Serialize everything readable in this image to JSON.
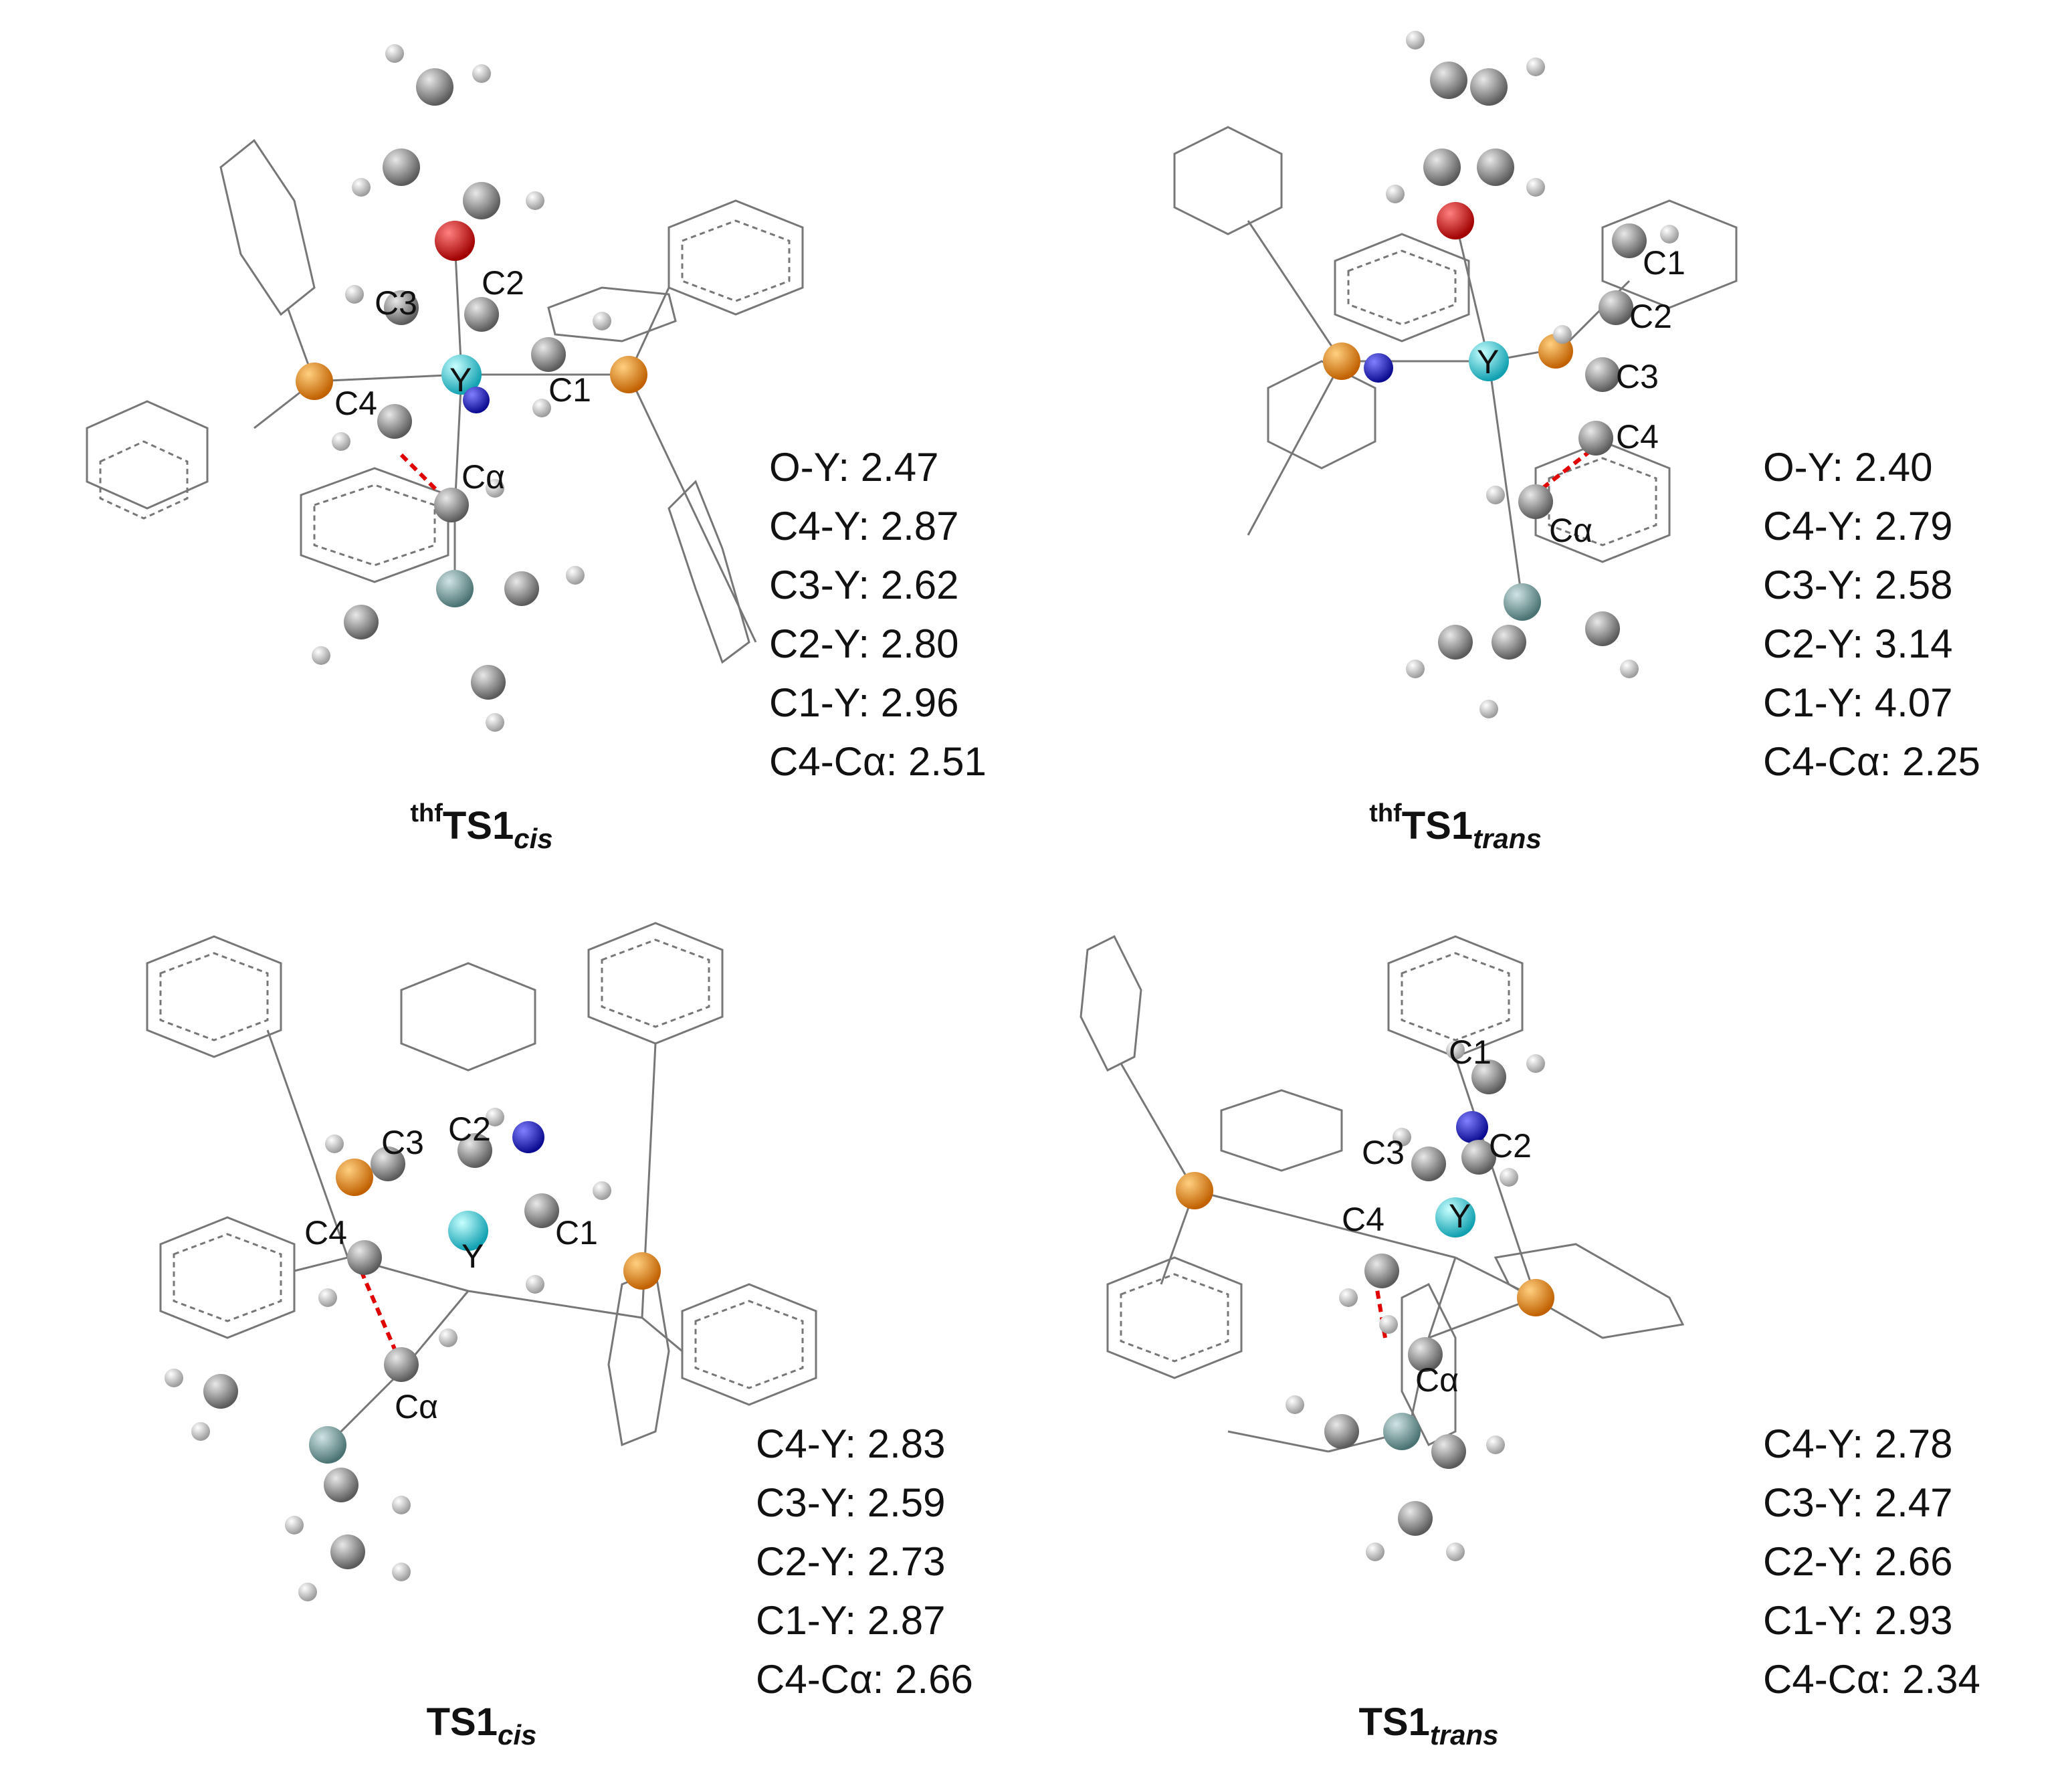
{
  "panels": [
    {
      "caption": {
        "pre": "thf",
        "main": "TS1",
        "sub": "cis"
      },
      "labels": {
        "c1": "C1",
        "c2": "C2",
        "c3": "C3",
        "c4": "C4",
        "y": "Y",
        "ca": "Cα"
      },
      "values": [
        "O-Y: 2.47",
        "C4-Y: 2.87",
        "C3-Y: 2.62",
        "C2-Y: 2.80",
        "C1-Y: 2.96",
        "C4-Cα: 2.51"
      ]
    },
    {
      "caption": {
        "pre": "thf",
        "main": "TS1",
        "sub": "trans"
      },
      "labels": {
        "c1": "C1",
        "c2": "C2",
        "c3": "C3",
        "c4": "C4",
        "y": "Y",
        "ca": "Cα"
      },
      "values": [
        "O-Y: 2.40",
        "C4-Y: 2.79",
        "C3-Y: 2.58",
        "C2-Y: 3.14",
        "C1-Y: 4.07",
        "C4-Cα: 2.25"
      ]
    },
    {
      "caption": {
        "pre": "",
        "main": "TS1",
        "sub": "cis"
      },
      "labels": {
        "c1": "C1",
        "c2": "C2",
        "c3": "C3",
        "c4": "C4",
        "y": "Y",
        "ca": "Cα"
      },
      "values": [
        "C4-Y: 2.83",
        "C3-Y: 2.59",
        "C2-Y: 2.73",
        "C1-Y: 2.87",
        "C4-Cα: 2.66"
      ]
    },
    {
      "caption": {
        "pre": "",
        "main": "TS1",
        "sub": "trans"
      },
      "labels": {
        "c1": "C1",
        "c2": "C2",
        "c3": "C3",
        "c4": "C4",
        "y": "Y",
        "ca": "Cα"
      },
      "values": [
        "C4-Y: 2.78",
        "C3-Y: 2.47",
        "C2-Y: 2.66",
        "C1-Y: 2.93",
        "C4-Cα: 2.34"
      ]
    }
  ],
  "colors": {
    "carbon": "#8a8a8a",
    "hydrogen": "#d9d9d9",
    "oxygen": "#e00000",
    "nitrogen": "#1a1ad8",
    "phosphorus": "#f08c00",
    "yttrium": "#40d8e0",
    "silicon": "#7fa6a6",
    "bond": "#666666",
    "forming_bond": "#e00000"
  }
}
